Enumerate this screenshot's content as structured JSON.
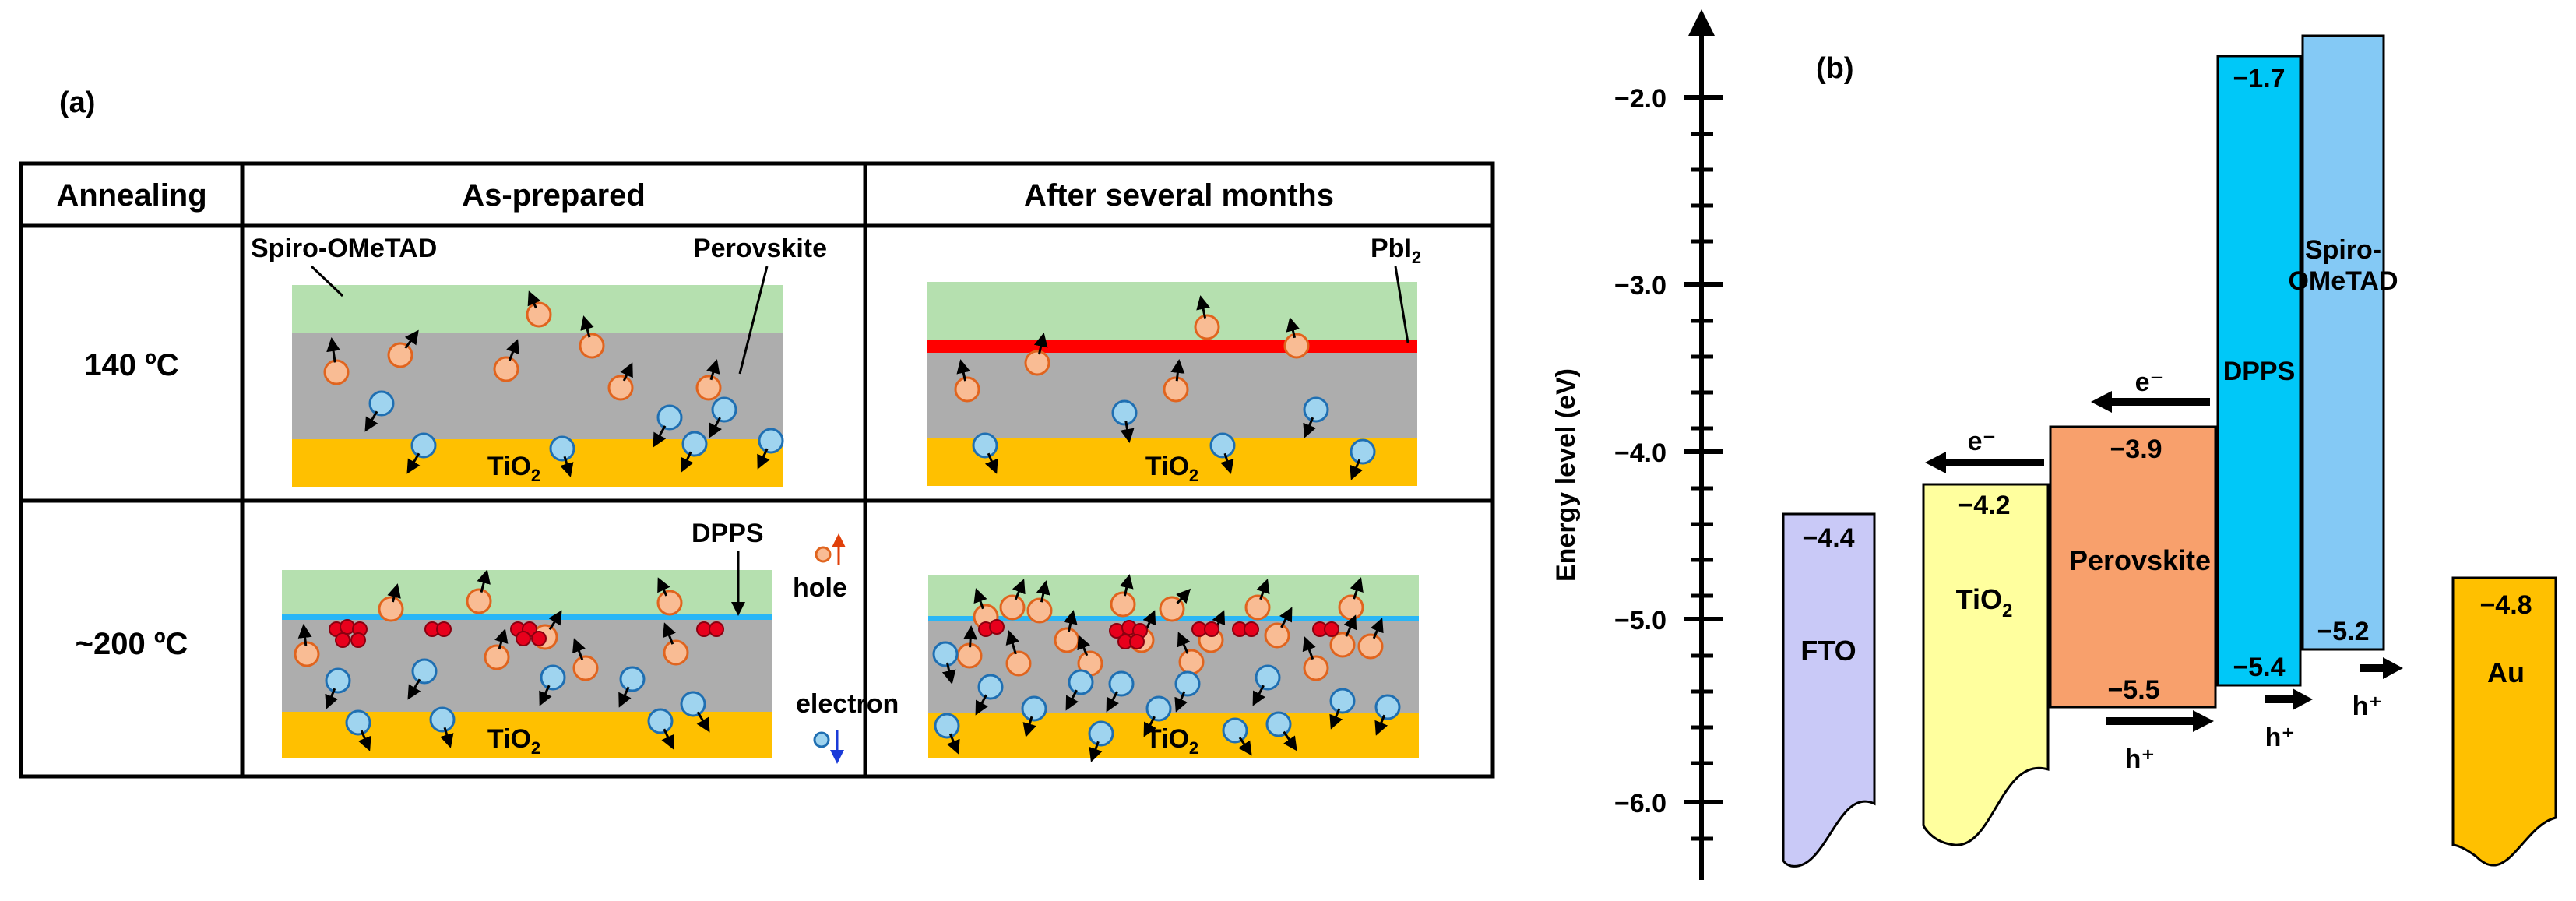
{
  "panel_a": {
    "label": "(a)",
    "headers": [
      "Annealing",
      "As-prepared",
      "After several months"
    ],
    "rows": [
      "140 ºC",
      "~200 ºC"
    ],
    "labels": {
      "spiro": "Spiro-OMeTAD",
      "perovskite": "Perovskite",
      "pbi2": "PbI",
      "pbi2_sub": "2",
      "dpps": "DPPS",
      "tio2": "TiO",
      "tio2_sub": "2"
    },
    "legend": {
      "hole": "hole",
      "electron": "electron"
    },
    "colors": {
      "spiro_layer": "#b5e0af",
      "perovskite_layer": "#adadad",
      "tio2_layer": "#ffc000",
      "pbi2_layer": "#ff0000",
      "dpps_layer": "#29b6f6",
      "hole": "#f9bc94",
      "hole_edge": "#e0641e",
      "electron": "#9fd4ef",
      "electron_edge": "#1f6fb2",
      "agglomerate": "#e8001c"
    }
  },
  "panel_b": {
    "label": "(b)",
    "axis": {
      "ylabel": "Energy level (eV)",
      "ticks": [
        "−2.0",
        "−3.0",
        "−4.0",
        "−5.0",
        "−6.0"
      ]
    },
    "bands": [
      {
        "name": "FTO",
        "top": "−4.4",
        "bottom": "",
        "color": "#c9c9f7"
      },
      {
        "name": "TiO",
        "sub": "2",
        "top": "−4.2",
        "bottom": "",
        "color": "#ffff9e"
      },
      {
        "name": "Perovskite",
        "top": "−3.9",
        "bottom": "−5.5",
        "color": "#f8a06c"
      },
      {
        "name": "DPPS",
        "top": "−1.7",
        "bottom": "−5.4",
        "color": "#00c8f8"
      },
      {
        "name": "Spiro-",
        "name2": "OMeTAD",
        "top": "",
        "bottom": "−5.2",
        "color": "#84c9f5"
      },
      {
        "name": "Au",
        "top": "−4.8",
        "bottom": "",
        "color": "#ffc000"
      }
    ],
    "arrows": {
      "electron": "e⁻",
      "hole": "h⁺"
    }
  }
}
